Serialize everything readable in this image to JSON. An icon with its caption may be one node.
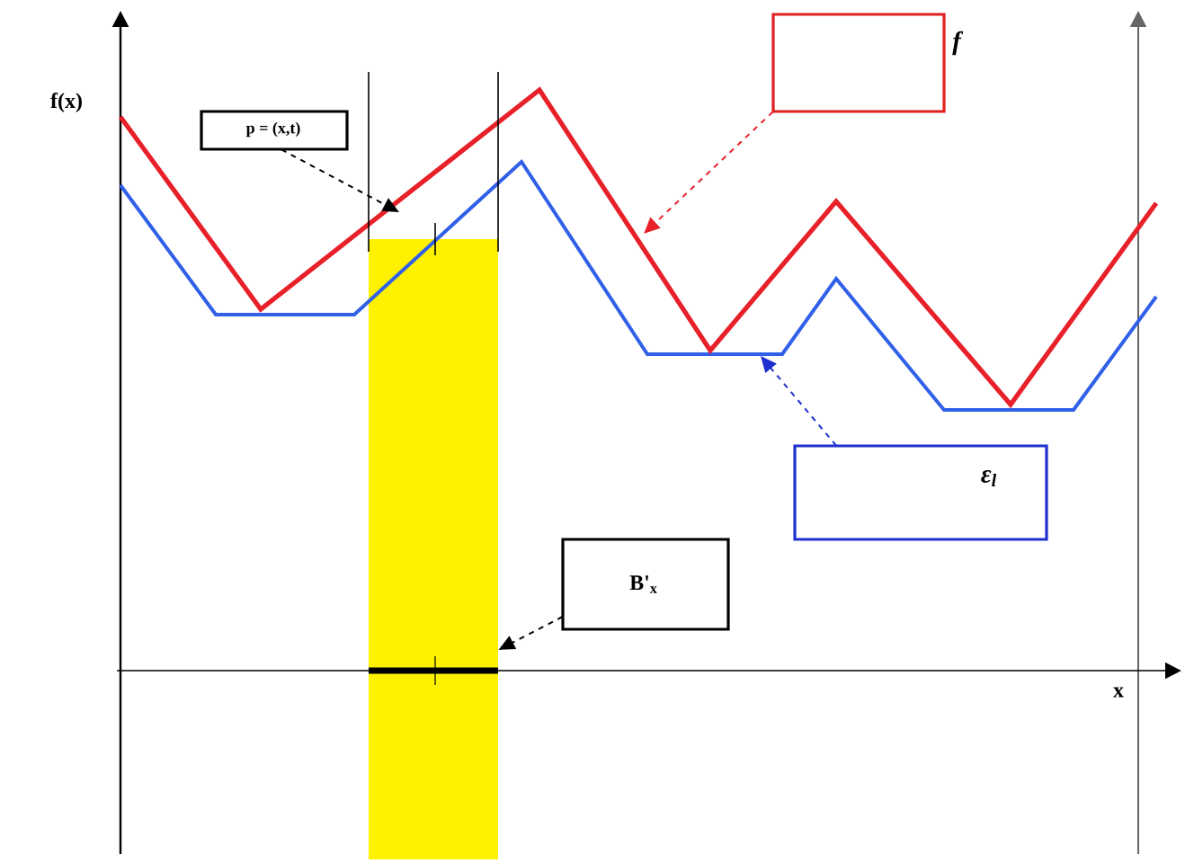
{
  "diagram": {
    "nodes": [
      {
        "text": [
          "p = (x,t)"
        ]
      },
      {
        "text": [
          "f"
        ]
      },
      {
        "text": [
          "ε$_{l}$"
        ]
      },
      {
        "text": [
          "B'$_{x}$"
        ]
      },
      {
        "text": [],
        "shape": "bar"
      }
    ],
    "edges": [
      {
        "from": 0,
        "to": null,
        "arrow": "to",
        "style": "dashed"
      },
      {
        "from": 1,
        "to": null,
        "arrow": "to",
        "style": "dashed",
        "color": "#e8202a"
      },
      {
        "from": 2,
        "to": null,
        "arrow": "to",
        "style": "dashed",
        "color": "#2030d0"
      },
      {
        "from": 3,
        "to": 4,
        "arrow": "to",
        "style": "dashed"
      }
    ],
    "labels": [
      "f(x)",
      "x"
    ]
  }
}
